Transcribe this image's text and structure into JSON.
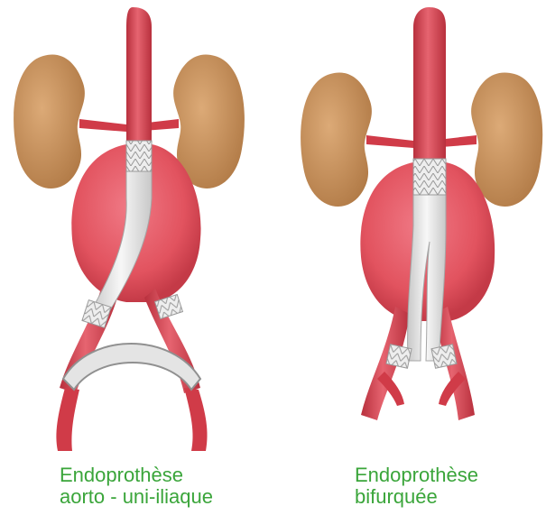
{
  "captions": {
    "left": {
      "line1": "Endoprothèse",
      "line2": "aorto - uni-iliaque"
    },
    "right": {
      "line1": "Endoprothèse",
      "line2": "bifurquée"
    }
  },
  "colors": {
    "caption_text": "#3aa53a",
    "artery": "#d8434f",
    "aneurysm": "#e85e6d",
    "kidney": "#c98e5b",
    "stent_graft": "#e8e8e8",
    "stent_outline": "#a6a6a6"
  }
}
